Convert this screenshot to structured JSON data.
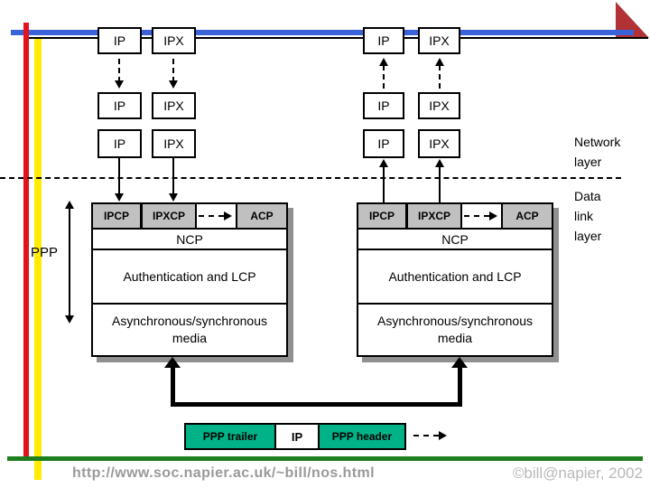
{
  "network_layer": {
    "ip_label": "IP",
    "ipx_label": "IPX",
    "label_line1": "Network",
    "label_line2": "layer"
  },
  "data_link_layer": {
    "label_line1": "Data",
    "label_line2": "link",
    "label_line3": "layer",
    "ppp_label": "PPP",
    "stack": {
      "ipcp": "IPCP",
      "ipxcp": "IPXCP",
      "acp": "ACP",
      "ncp": "NCP",
      "auth_lcp": "Authentication and LCP",
      "media_line1": "Asynchronous/synchronous",
      "media_line2": "media"
    }
  },
  "frame": {
    "trailer": "PPP trailer",
    "payload": "IP",
    "header": "PPP header"
  },
  "footer": {
    "url": "http://www.soc.napier.ac.uk/~bill/nos.html",
    "copyright": "©bill@napier, 2002"
  },
  "colors": {
    "accent_blue": "#3A63D9",
    "accent_red": "#E3121B",
    "accent_yellow": "#FFEC00",
    "bottom_green": "#1E7D1E",
    "corner_triangle_red": "#B23134",
    "stack_box_gray": "#C0C0C0",
    "frame_box_green": "#00B287",
    "shadow_gray": "#909090"
  }
}
